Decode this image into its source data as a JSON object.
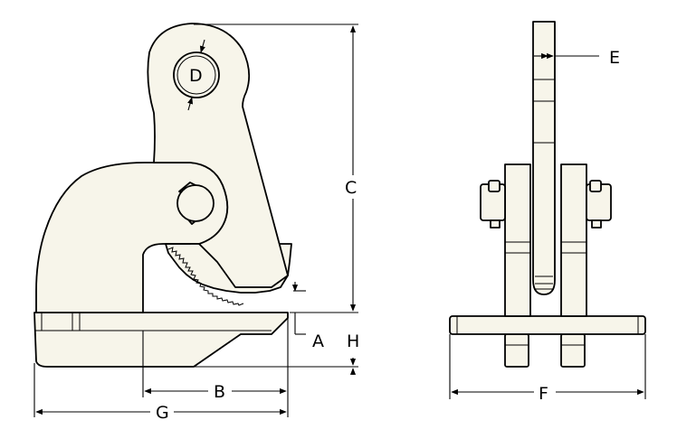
{
  "labels": {
    "A": "A",
    "B": "B",
    "C": "C",
    "D": "D",
    "E": "E",
    "F": "F",
    "G": "G",
    "H": "H"
  },
  "colors": {
    "fill": "#f7f5ea",
    "line": "#000000"
  }
}
